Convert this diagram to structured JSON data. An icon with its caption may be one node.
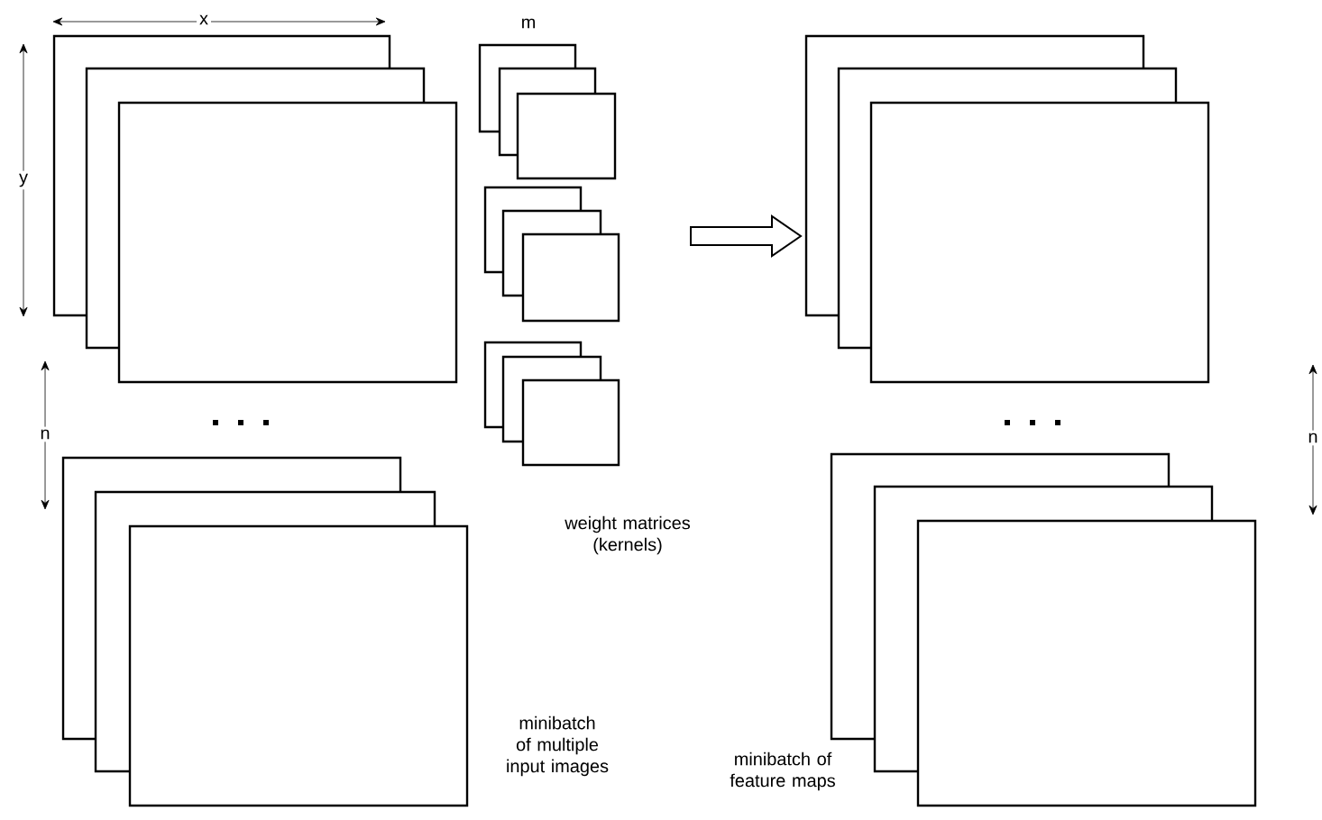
{
  "diagram": {
    "labels": [
      "x",
      "m",
      "y",
      "n",
      "n",
      "weight matrices (kernels)",
      "minibatch of multiple input images",
      "minibatch of feature maps"
    ]
  }
}
